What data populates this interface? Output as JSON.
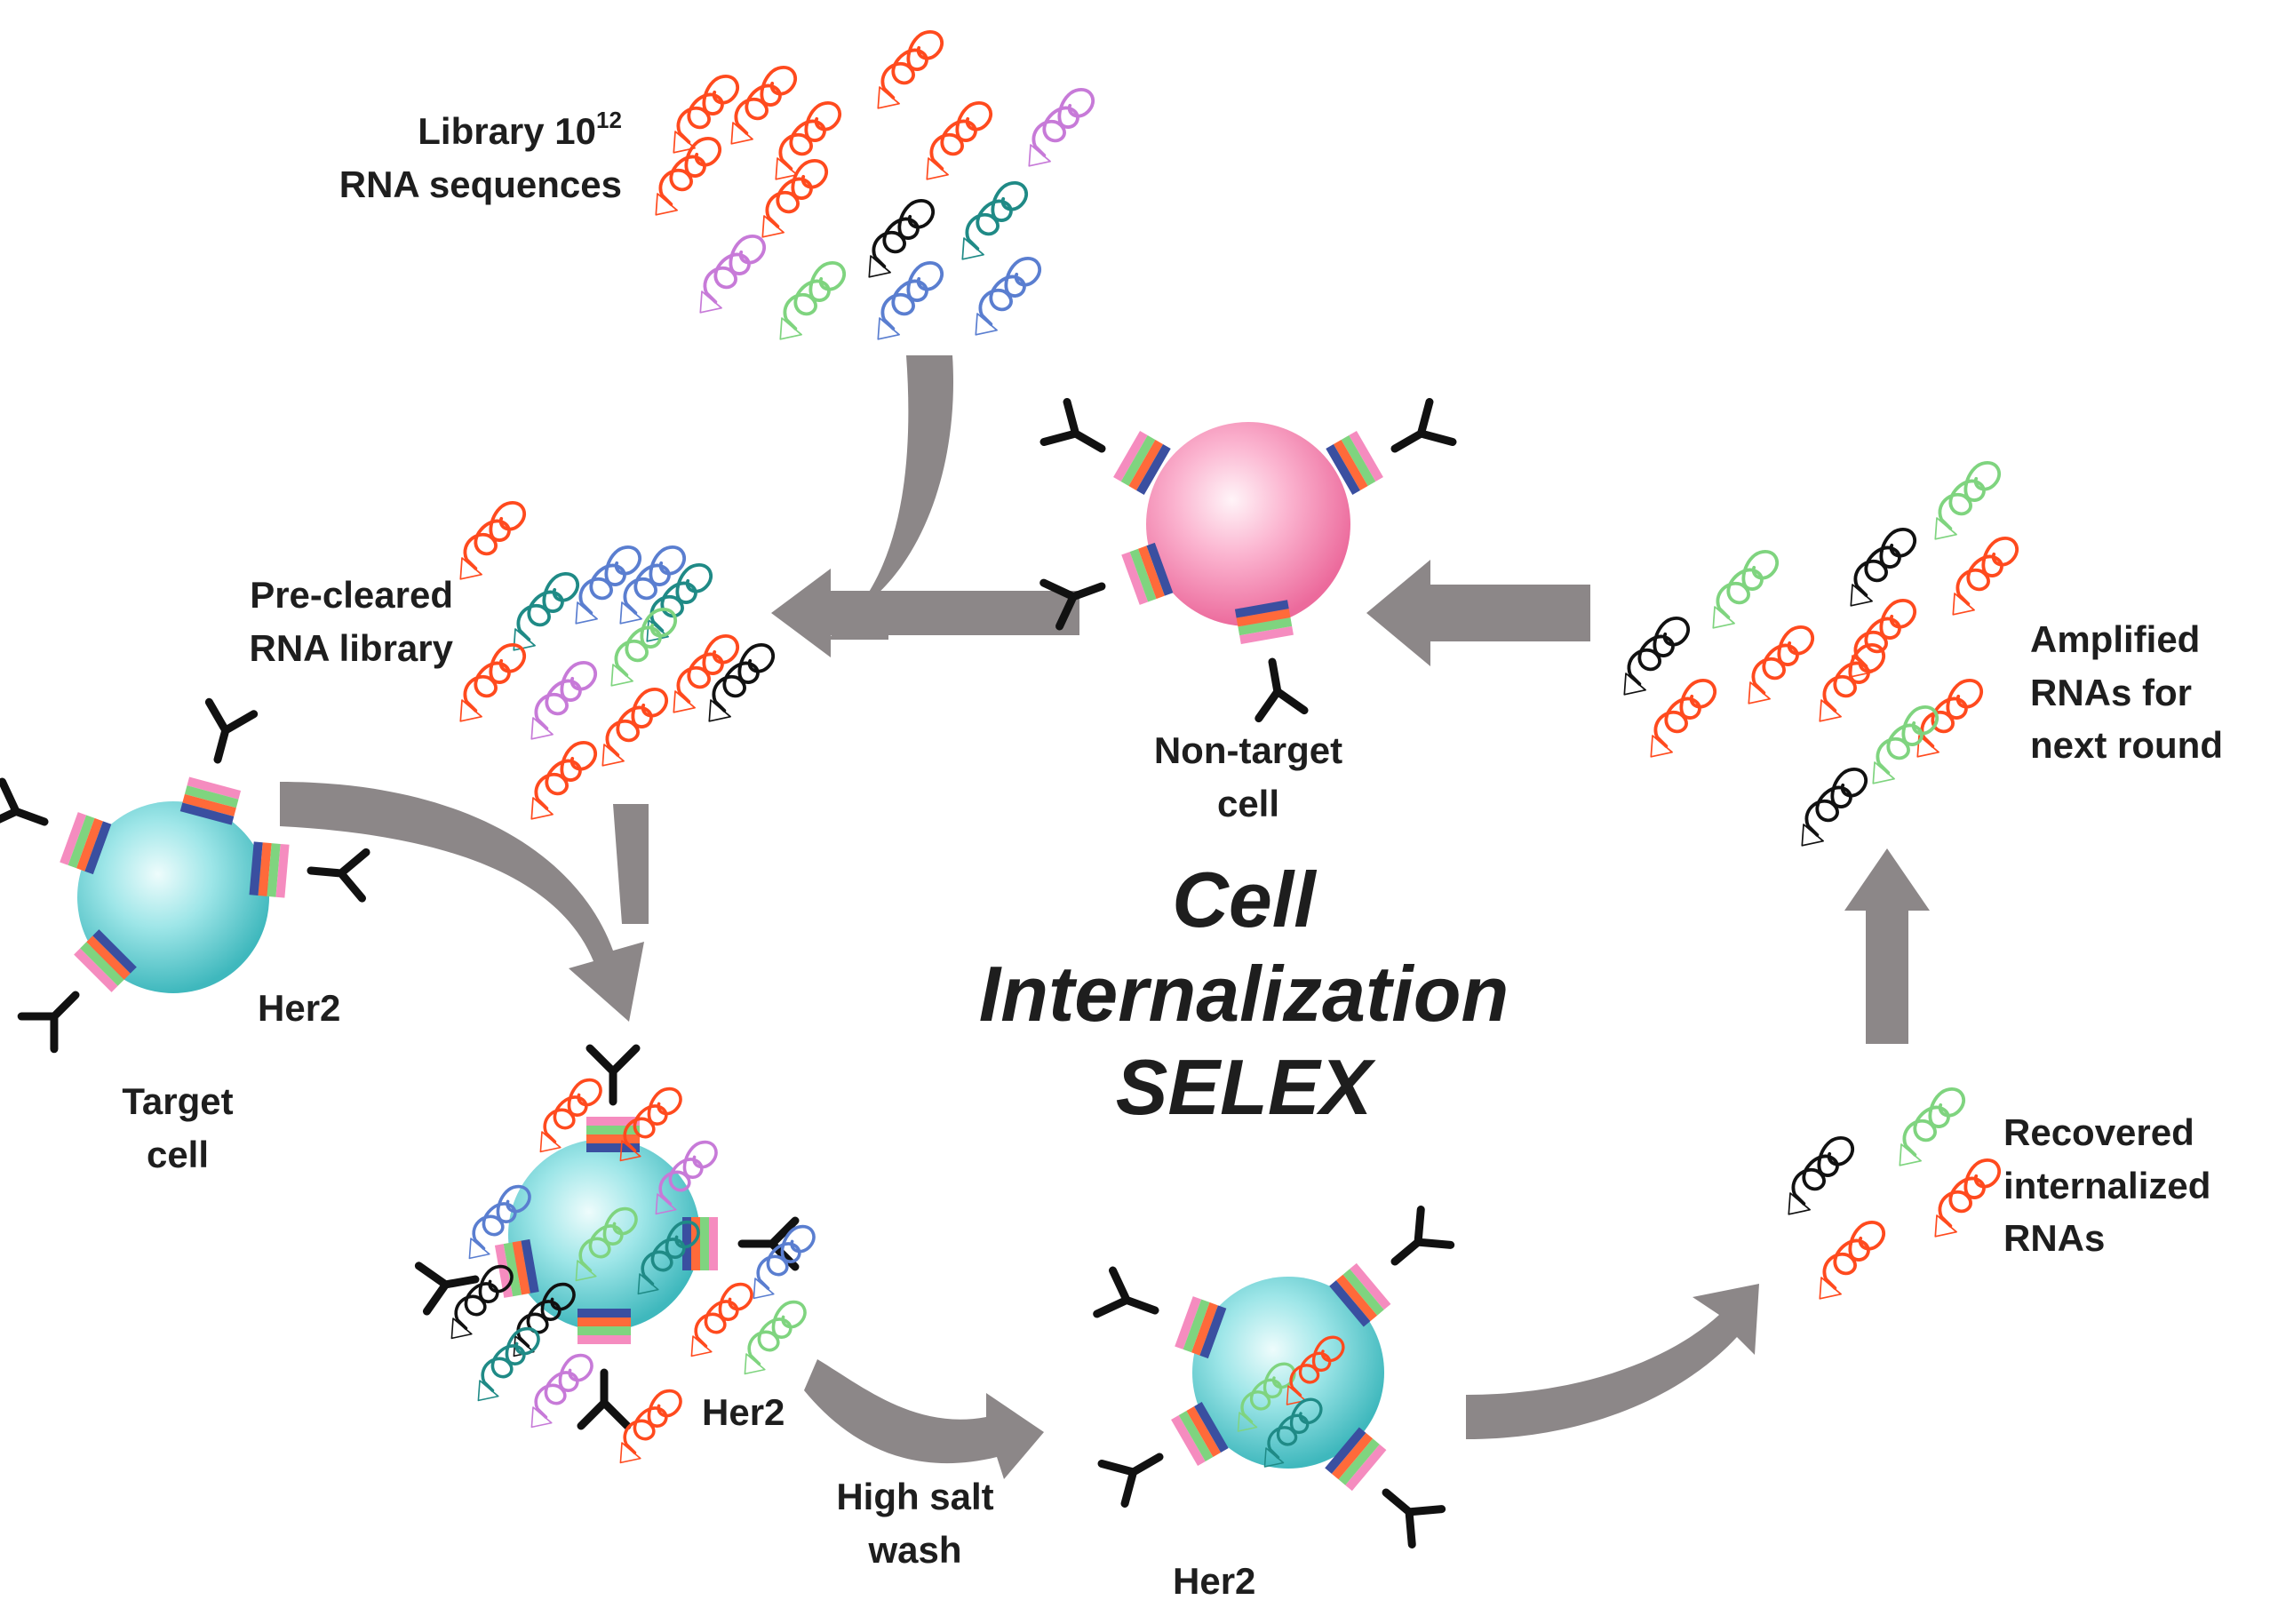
{
  "title": {
    "line1": "Cell",
    "line2": "Internalization",
    "line3": "SELEX"
  },
  "labels": {
    "library": {
      "line1_text": "Library 10",
      "line1_sup": "12",
      "line2": "RNA sequences"
    },
    "precleared": {
      "line1": "Pre-cleared",
      "line2": "RNA library"
    },
    "nontarget": {
      "line1": "Non-target",
      "line2": "cell"
    },
    "amplified": {
      "line1": "Amplified",
      "line2": "RNAs for",
      "line3": "next round"
    },
    "target": {
      "line1": "Target",
      "line2": "cell"
    },
    "her2_target": "Her2",
    "her2_bound": "Her2",
    "her2_washed": "Her2",
    "salt_wash": {
      "line1": "High salt",
      "line2": "wash"
    },
    "recovered": {
      "line1": "Recovered",
      "line2": "internalized",
      "line3": "RNAs"
    }
  },
  "colors": {
    "arrow": "#8c8788",
    "target_cell": "#5fd3d6",
    "nontarget_cell": "#f47aa8",
    "rna_red": "#ff4a1e",
    "rna_purple": "#c77ad8",
    "rna_black": "#111111",
    "rna_teal": "#1f8a86",
    "rna_blue": "#5a7ed0",
    "rna_green": "#7fd47f",
    "receptor_pink": "#f58cbf",
    "receptor_green": "#7fd47f",
    "receptor_orange": "#ff6a3a",
    "receptor_navy": "#3a4fa0",
    "antibody": "#111111"
  }
}
